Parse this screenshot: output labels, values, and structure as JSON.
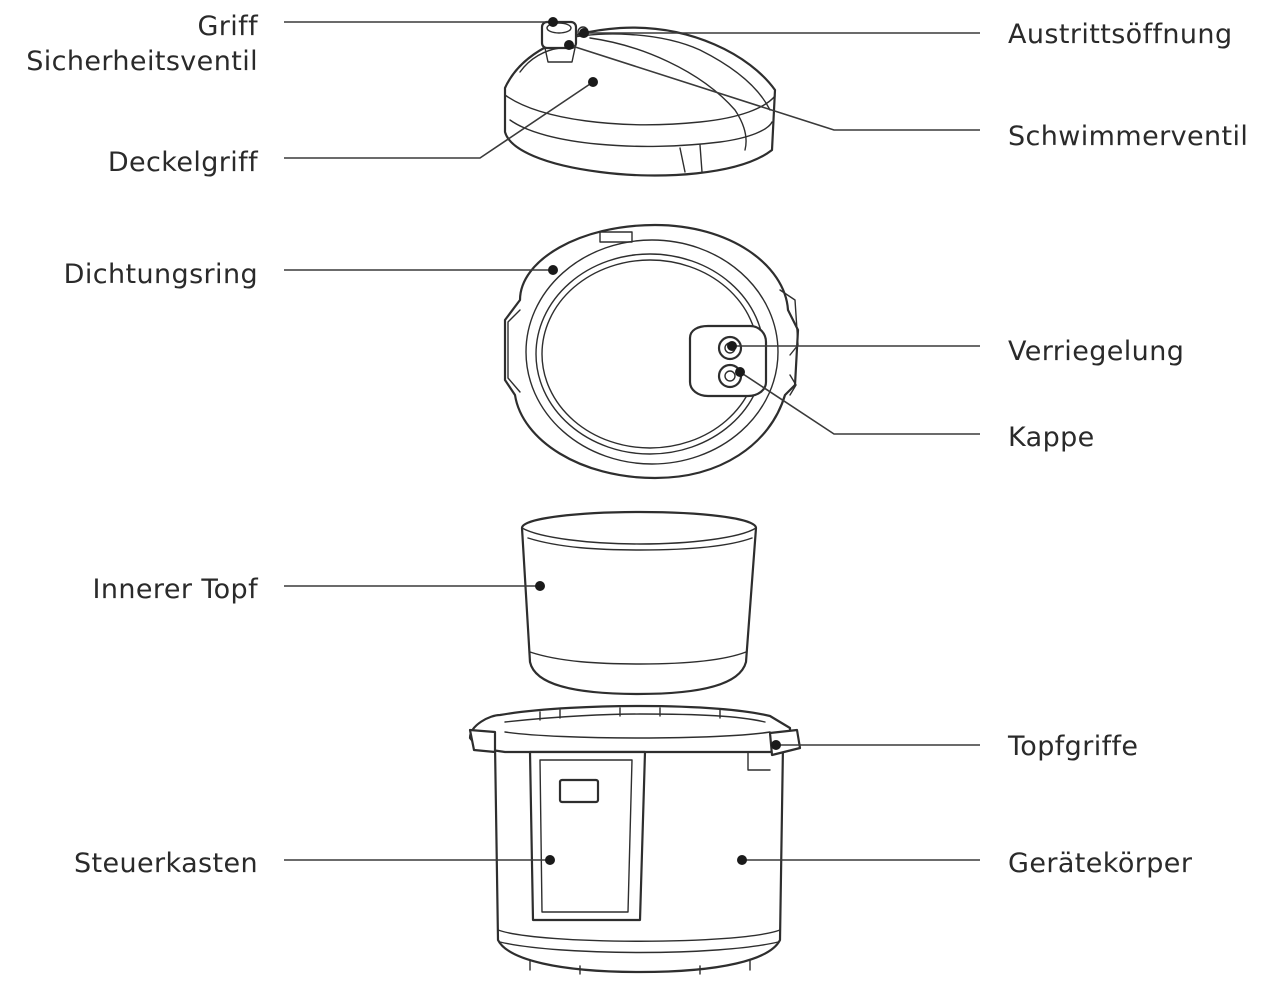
{
  "labels": {
    "griff": "Griff",
    "sicherheitsventil": "Sicherheitsventil",
    "deckelgriff": "Deckelgriff",
    "austrittsoeffnung": "Austrittsöffnung",
    "schwimmerventil": "Schwimmerventil",
    "dichtungsring": "Dichtungsring",
    "verriegelung": "Verriegelung",
    "kappe": "Kappe",
    "innerer_topf": "Innerer Topf",
    "topfgriffe": "Topfgriffe",
    "steuerkasten": "Steuerkasten",
    "geraetekoerper": "Gerätekörper"
  },
  "colors": {
    "line": "#2e2e2e",
    "text": "#2a2a2a",
    "background": "#ffffff"
  }
}
